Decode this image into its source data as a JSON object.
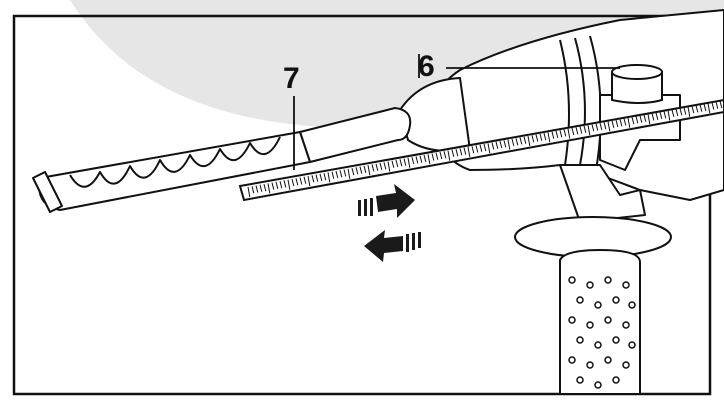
{
  "callouts": {
    "depth_stop": "7",
    "clamp_screw": "6"
  },
  "arrows": {
    "upper": "slide-forward",
    "lower": "slide-back"
  },
  "colors": {
    "line": "#111111",
    "background_swoosh": "#e6e6e6",
    "dark_arrow": "#1a1a1a"
  }
}
